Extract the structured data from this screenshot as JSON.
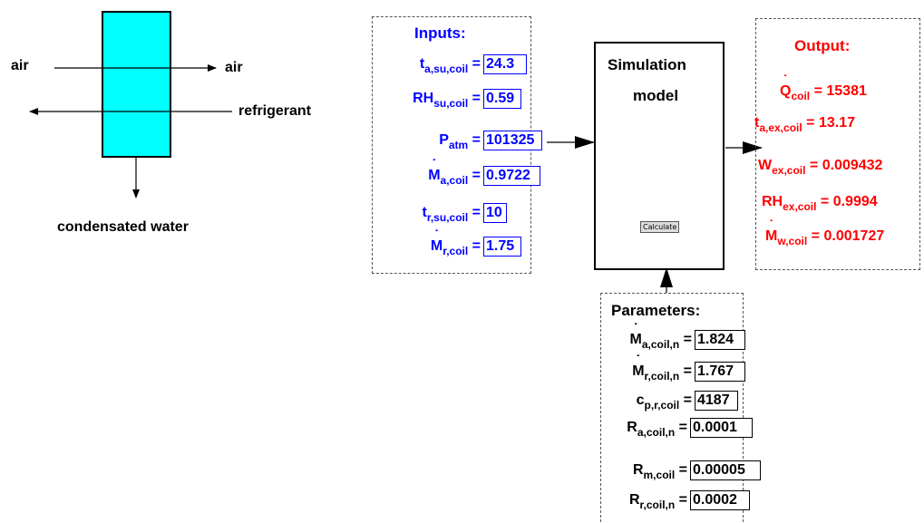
{
  "left_diagram": {
    "air_in": "air",
    "air_out": "air",
    "refrigerant": "refrigerant",
    "condensate": "condensated water",
    "coil_color": "#00ffff"
  },
  "inputs": {
    "title": "Inputs:",
    "items": [
      {
        "sym": "t",
        "sub": "a,su,coil",
        "dot": false,
        "value": "24.3"
      },
      {
        "sym": "RH",
        "sub": "su,coil",
        "dot": false,
        "value": "0.59"
      },
      {
        "sym": "P",
        "sub": "atm",
        "dot": false,
        "value": "101325"
      },
      {
        "sym": "M",
        "sub": "a,coil",
        "dot": true,
        "value": "0.9722"
      },
      {
        "sym": "t",
        "sub": "r,su,coil",
        "dot": false,
        "value": "10"
      },
      {
        "sym": "M",
        "sub": "r,coil",
        "dot": true,
        "value": "1.75"
      }
    ],
    "color": "#0000ff"
  },
  "model": {
    "line1": "Simulation",
    "line2": "model",
    "button": "Calculate"
  },
  "output": {
    "title": "Output:",
    "items": [
      {
        "sym": "Q",
        "sub": "coil",
        "dot": true,
        "value": "15381"
      },
      {
        "sym": "t",
        "sub": "a,ex,coil",
        "dot": false,
        "value": "13.17"
      },
      {
        "sym": "W",
        "sub": "ex,coil",
        "dot": false,
        "value": "0.009432"
      },
      {
        "sym": "RH",
        "sub": "ex,coil",
        "dot": false,
        "value": "0.9994"
      },
      {
        "sym": "M",
        "sub": "w,coil",
        "dot": true,
        "value": "0.001727"
      }
    ],
    "color": "#ff0000"
  },
  "parameters": {
    "title": "Parameters:",
    "items": [
      {
        "sym": "M",
        "sub": "a,coil,n",
        "dot": true,
        "value": "1.824"
      },
      {
        "sym": "M",
        "sub": "r,coil,n",
        "dot": true,
        "value": "1.767"
      },
      {
        "sym": "c",
        "sub": "p,r,coil",
        "dot": false,
        "value": "4187"
      },
      {
        "sym": "R",
        "sub": "a,coil,n",
        "dot": false,
        "value": "0.0001"
      },
      {
        "sym": "R",
        "sub": "m,coil",
        "dot": false,
        "value": "0.00005"
      },
      {
        "sym": "R",
        "sub": "r,coil,n",
        "dot": false,
        "value": "0.0002"
      }
    ]
  }
}
